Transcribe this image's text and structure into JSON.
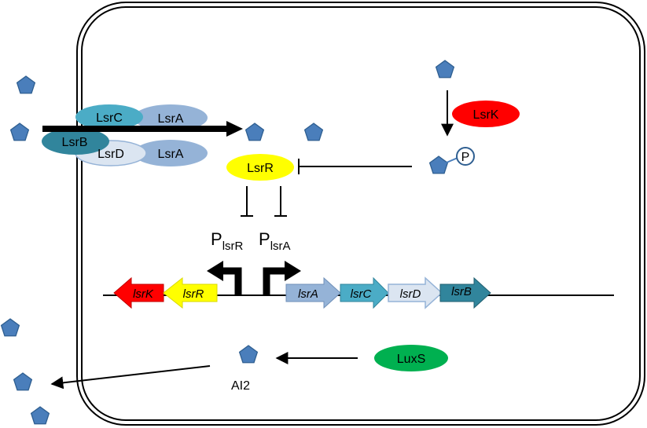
{
  "proteins": {
    "lsrC": "LsrC",
    "lsrA_top": "LsrA",
    "lsrB": "LsrB",
    "lsrD": "LsrD",
    "lsrA_bottom": "LsrA",
    "lsrK": "LsrK",
    "lsrR": "LsrR",
    "luxS": "LuxS"
  },
  "phospho_label": "P",
  "promoters": {
    "left_main": "P",
    "left_sub": "lsrR",
    "right_main": "P",
    "right_sub": "lsrA"
  },
  "genes": {
    "lsrK": "lsrK",
    "lsrR": "lsrR",
    "lsrA": "lsrA",
    "lsrC": "lsrC",
    "lsrD": "lsrD",
    "lsrB": "lsrB"
  },
  "ai2_label": "AI2",
  "colors": {
    "lsrC": "#4bacc6",
    "lsrA": "#95b3d7",
    "lsrB": "#31859c",
    "lsrD": "#dbe5f1",
    "lsrK": "#ff0000",
    "lsrR": "#ffff00",
    "luxS": "#00b050",
    "ai2": "#4a7ebb"
  }
}
